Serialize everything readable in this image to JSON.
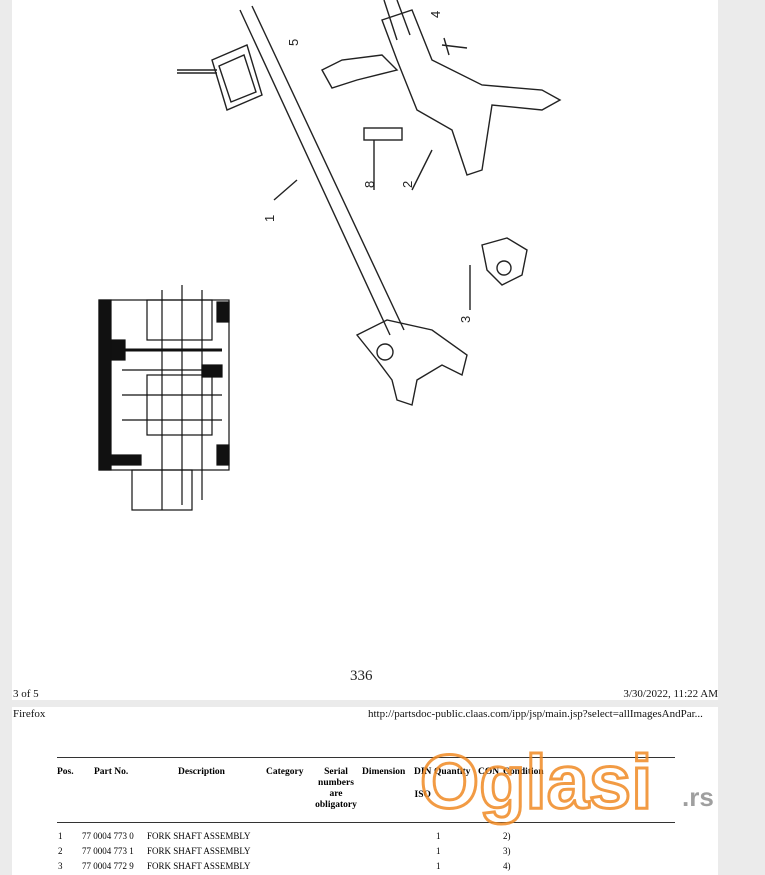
{
  "page": {
    "page_number": "336",
    "page_of": "3 of 5",
    "datetime": "3/30/2022, 11:22 AM",
    "browser": "Firefox",
    "url": "http://partsdoc-public.claas.com/ipp/jsp/main.jsp?select=allImagesAndPar..."
  },
  "drawing": {
    "callouts": [
      "1",
      "2",
      "3",
      "4",
      "5",
      "8"
    ]
  },
  "table": {
    "headers": {
      "pos": "Pos.",
      "part_no": "Part No.",
      "description": "Description",
      "category": "Category",
      "serial": [
        "Serial",
        "numbers",
        "are",
        "obligatory"
      ],
      "dimension": "Dimension",
      "din": [
        "DIN",
        "ISO"
      ],
      "quantity": "Quantity",
      "con": "CON",
      "condition": "Condition"
    },
    "rows": [
      {
        "pos": "1",
        "part_no": "77 0004 773 0",
        "description": "FORK SHAFT ASSEMBLY",
        "quantity": "1",
        "condition": "2)"
      },
      {
        "pos": "2",
        "part_no": "77 0004 773 1",
        "description": "FORK SHAFT ASSEMBLY",
        "quantity": "1",
        "condition": "3)"
      },
      {
        "pos": "3",
        "part_no": "77 0004 772 9",
        "description": "FORK SHAFT ASSEMBLY",
        "quantity": "1",
        "condition": "4)"
      }
    ]
  },
  "watermark": {
    "text": "Oglasi",
    "suffix": ".rs",
    "color": "#f08a24"
  }
}
